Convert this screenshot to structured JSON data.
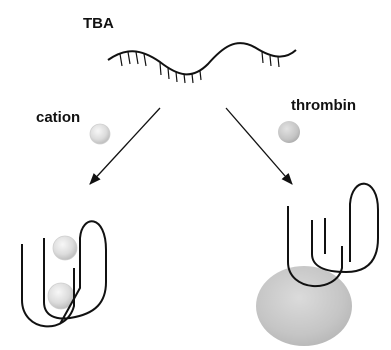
{
  "labels": {
    "tba": "TBA",
    "cation": "cation",
    "thrombin": "thrombin"
  },
  "colors": {
    "stroke": "#111111",
    "sphere_light": "#ececec",
    "sphere_mid": "#c9c9c9",
    "sphere_dark": "#a8a8a8"
  }
}
